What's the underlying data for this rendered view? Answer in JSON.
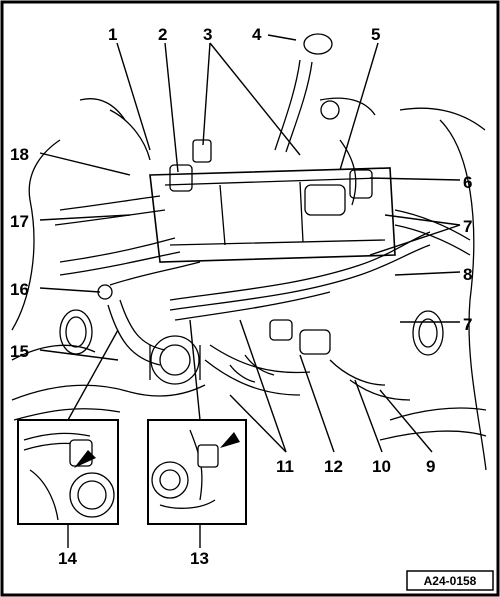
{
  "figure": {
    "reference_code": "A24-0158",
    "callouts": [
      {
        "id": "1",
        "text": "1"
      },
      {
        "id": "2",
        "text": "2"
      },
      {
        "id": "3",
        "text": "3"
      },
      {
        "id": "4",
        "text": "4"
      },
      {
        "id": "5",
        "text": "5"
      },
      {
        "id": "6",
        "text": "6"
      },
      {
        "id": "7a",
        "text": "7"
      },
      {
        "id": "7b",
        "text": "7"
      },
      {
        "id": "8",
        "text": "8"
      },
      {
        "id": "9",
        "text": "9"
      },
      {
        "id": "10",
        "text": "10"
      },
      {
        "id": "11",
        "text": "11"
      },
      {
        "id": "12",
        "text": "12"
      },
      {
        "id": "13",
        "text": "13"
      },
      {
        "id": "14",
        "text": "14"
      },
      {
        "id": "15",
        "text": "15"
      },
      {
        "id": "16",
        "text": "16"
      },
      {
        "id": "17",
        "text": "17"
      },
      {
        "id": "18",
        "text": "18"
      }
    ],
    "insets": [
      {
        "id": "inset-14",
        "linked_callout": "14"
      },
      {
        "id": "inset-13",
        "linked_callout": "13"
      }
    ]
  }
}
